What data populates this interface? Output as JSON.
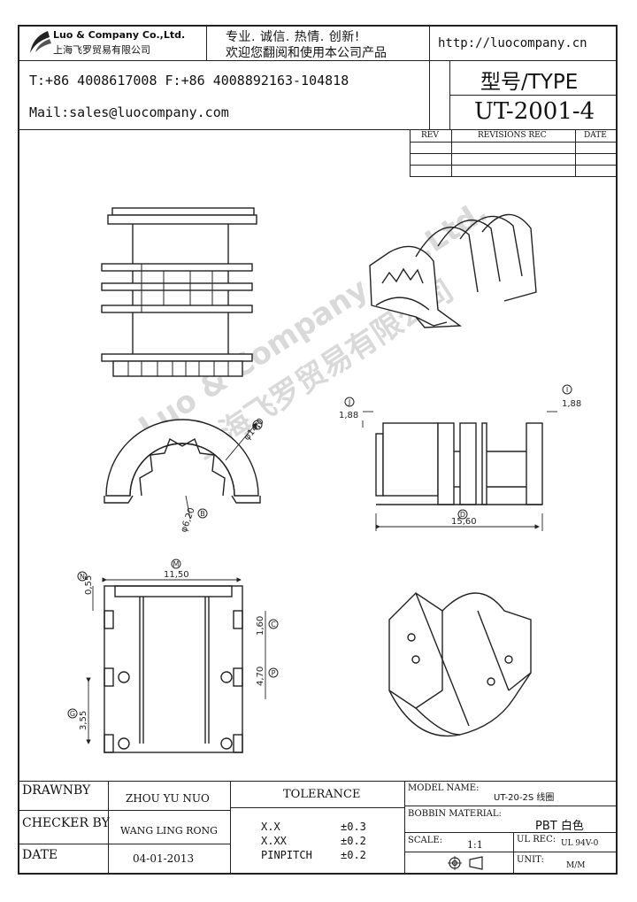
{
  "header": {
    "company_en": "Luo & Company Co.,Ltd.",
    "company_cn": "上海飞罗贸易有限公司",
    "slogan_line1": "专业. 诚信. 热情. 创新!",
    "slogan_line2": "欢迎您翻阅和使用本公司产品",
    "website": "http://luocompany.cn",
    "phone_fax": "T:+86 4008617008 F:+86 4008892163-104818",
    "mail": "Mail:sales@luocompany.com",
    "type_label": "型号/TYPE",
    "type_value": "UT-2001-4"
  },
  "revisions": {
    "col_rev": "REV",
    "col_rec": "REVISIONS REC",
    "col_date": "DATE"
  },
  "watermark": {
    "line1": "Luo & Company Co.,Ltd.",
    "line2": "上海飞罗贸易有限公司"
  },
  "drawing": {
    "dim_188_left": "1,88",
    "dim_188_right": "1,88",
    "dim_1560": "15,60",
    "dim_phi14": "φ14,0",
    "dim_phi62": "φ6,20",
    "dim_1150": "11,50",
    "dim_055": "0,55",
    "dim_160": "1,60",
    "dim_470": "4,70",
    "dim_355": "3,55",
    "marker_j": "J",
    "marker_i": "I",
    "marker_d": "D",
    "marker_k": "K",
    "marker_b": "B",
    "marker_m": "M",
    "marker_n": "N",
    "marker_c": "C",
    "marker_p": "P",
    "marker_g": "G"
  },
  "title_block": {
    "drawnby_label": "DRAWNBY",
    "drawnby_value": "ZHOU YU NUO",
    "checker_label": "CHECKER BY",
    "checker_value": "WANG LING RONG",
    "date_label": "DATE",
    "date_value": "04-01-2013",
    "tolerance_label": "TOLERANCE",
    "tol1_label": "X.X",
    "tol1_value": "±0.3",
    "tol2_label": "X.XX",
    "tol2_value": "±0.2",
    "tol3_label": "PINPITCH",
    "tol3_value": "±0.2",
    "model_label": "MODEL NAME:",
    "model_value": "UT-20-2S 线圈",
    "material_label": "BOBBIN MATERIAL:",
    "material_value": "PBT 白色",
    "scale_label": "SCALE:",
    "scale_value": "1:1",
    "ul_label": "UL REC:",
    "ul_value": "UL 94V-0",
    "unit_label": "UNIT:",
    "unit_value": "M/M"
  }
}
